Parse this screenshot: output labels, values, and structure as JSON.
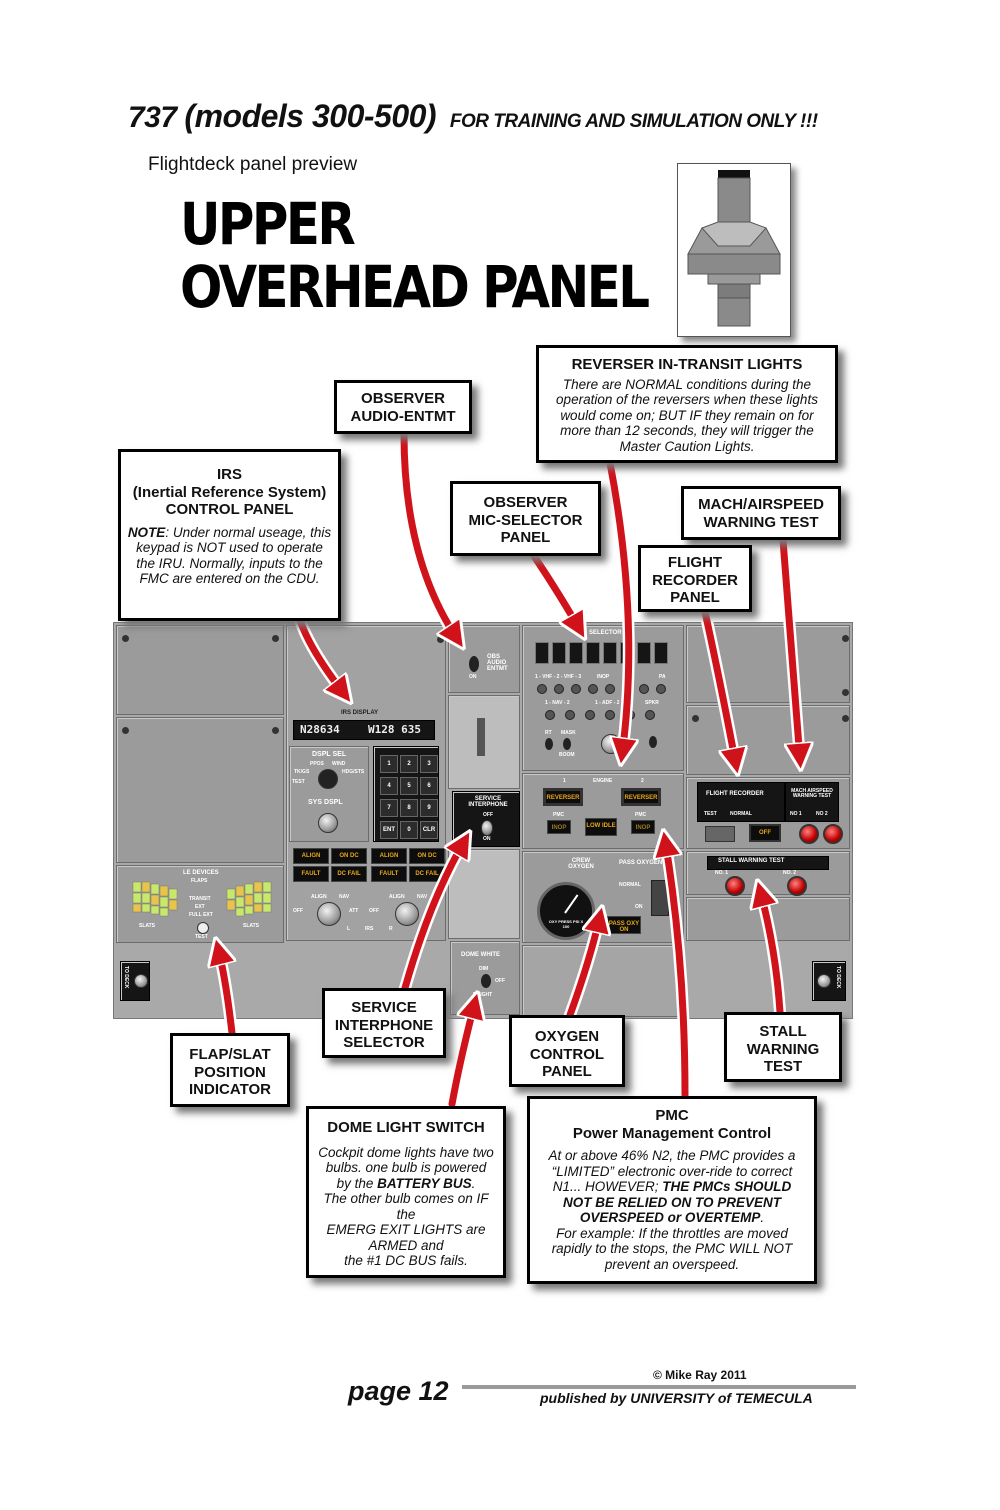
{
  "header": {
    "title_num": "737",
    "title_models": "(models 300-500)",
    "title_note": "FOR TRAINING AND SIMULATION ONLY !!!",
    "subtitle": "Flightdeck panel preview",
    "big_title_line1": "UPPER",
    "big_title_line2": "OVERHEAD PANEL"
  },
  "callouts": {
    "irs": {
      "title": "IRS\n(Inertial Reference System)\nCONTROL PANEL",
      "note_label": "NOTE",
      "note": ": Under normal useage, this keypad is NOT used to operate the IRU. Normally, inputs to the FMC are entered on the CDU."
    },
    "observer_audio": {
      "title": "OBSERVER\nAUDIO-ENTMT"
    },
    "observer_mic": {
      "title": "OBSERVER\nMIC-SELECTOR\nPANEL"
    },
    "reverser": {
      "title": "REVERSER IN-TRANSIT LIGHTS",
      "note": "There are NORMAL conditions during the operation of the reversers when these lights would come on; BUT IF they remain on for more than 12 seconds, they will trigger the Master Caution Lights."
    },
    "mach": {
      "title": "MACH/AIRSPEED\nWARNING TEST"
    },
    "flight_recorder": {
      "title": "FLIGHT\nRECORDER\nPANEL"
    },
    "flap_slat": {
      "title": "FLAP/SLAT\nPOSITION\nINDICATOR"
    },
    "service_interphone": {
      "title": "SERVICE\nINTERPHONE\nSELECTOR"
    },
    "oxygen": {
      "title": "OXYGEN\nCONTROL\nPANEL"
    },
    "stall": {
      "title": "STALL\nWARNING\nTEST"
    },
    "dome": {
      "title": "DOME LIGHT SWITCH",
      "note_a": "Cockpit dome lights have two bulbs. one bulb is powered by the ",
      "note_bold": "BATTERY BUS",
      "note_b": ".\nThe other bulb comes on IF the\nEMERG EXIT LIGHTS are ARMED and\nthe #1 DC BUS fails."
    },
    "pmc": {
      "title": "PMC\nPower Management Control",
      "note_a": "At or above 46% N2, the PMC provides a “LIMITED” electronic over-ride to correct N1... HOWEVER; ",
      "note_bold": "THE PMCs SHOULD NOT BE RELIED ON TO PREVENT OVERSPEED or OVERTEMP",
      "note_b": ".\nFor example: If the throttles are moved rapidly to the stops, the PMC WILL NOT prevent an overspeed."
    }
  },
  "panel": {
    "irs_display_label": "IRS DISPLAY",
    "irs_display_left": "N28634",
    "irs_display_right": "W128 635",
    "dspl_sel": "DSPL SEL",
    "dspl_opts": [
      "PPOS",
      "WIND",
      "TK/GS",
      "HDG/STS",
      "TEST"
    ],
    "sys_dspl": "SYS DSPL",
    "keypad": [
      "1",
      "2",
      "3",
      "4",
      "5",
      "6",
      "7",
      "8",
      "9",
      "ENT",
      "0",
      "CLR"
    ],
    "irs_lamps": [
      "ALIGN",
      "ON DC",
      "FAULT",
      "DC FAIL"
    ],
    "irs_modes": [
      "ALIGN",
      "NAV",
      "OFF",
      "ATT"
    ],
    "irs_side": [
      "L",
      "IRS",
      "R"
    ],
    "le_devices": "LE DEVICES",
    "le_flaps": "FLAPS",
    "le_transit": "TRANSIT",
    "le_ext": "EXT",
    "le_full_ext": "FULL EXT",
    "le_slats": "SLATS",
    "le_test": "TEST",
    "obs_audio": "OBS AUDIO ENTMT",
    "obs_on": "ON",
    "service_interphone": "SERVICE INTERPHONE",
    "service_off": "OFF",
    "service_on": "ON",
    "dome_white": "DOME WHITE",
    "dome_dim": "DIM",
    "dome_off": "OFF",
    "dome_bright": "BRIGHT",
    "selector_label": "SELECTOR",
    "selector_row1": "1 - VHF - 2 - VHF - 3",
    "selector_row1b": "INOP",
    "selector_pa": "PA",
    "selector_row2": "1 - NAV - 2",
    "selector_row2b": "1 - ADF - 2",
    "selector_spkr": "SPKR",
    "selector_rt": "RT",
    "selector_mask": "MASK",
    "selector_boom": "BOOM",
    "engine_label": "ENGINE",
    "engine_1": "1",
    "engine_2": "2",
    "reverser_lamp": "REVERSER",
    "pmc_label": "PMC",
    "inop_lamp": "INOP",
    "low_idle": "LOW IDLE",
    "crew_oxygen": "CREW OXYGEN",
    "pass_oxygen": "PASS OXYGEN",
    "oxy_normal": "NORMAL",
    "oxy_on": "ON",
    "oxy_gauge": "OXY PRESS PSI X 100",
    "pass_oxy_on": "PASS OXY ON",
    "flight_recorder": "FLIGHT RECORDER",
    "fr_test": "TEST",
    "fr_normal": "NORMAL",
    "fr_off": "OFF",
    "mach_airspeed": "MACH AIRSPEED WARNING TEST",
    "mach_no1": "NO 1",
    "mach_no2": "NO 2",
    "stall_warning": "STALL WARNING TEST",
    "stall_no1": "NO. 1",
    "stall_no2": "NO. 2",
    "to_deck": "TO DECK"
  },
  "footer": {
    "page": "page 12",
    "copyright": "© Mike Ray 2011",
    "published": "published by UNIVERSITY of TEMECULA"
  },
  "colors": {
    "arrow_red": "#d0131b",
    "panel_grey": "#a9a9a9",
    "lamp_amber": "#e8a81c"
  }
}
